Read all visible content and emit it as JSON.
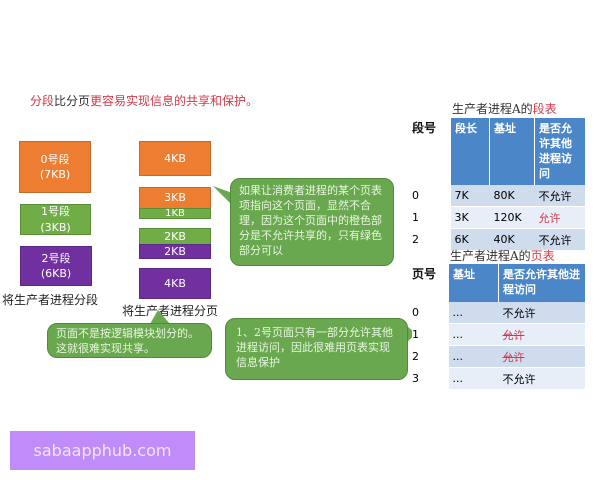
{
  "title": {
    "part1": "分段",
    "part2": "比分页",
    "part3": "更容易实现信息的共享和保护。"
  },
  "segments": [
    {
      "name": "0号段",
      "size": "(7KB)",
      "color": "#ed7d31"
    },
    {
      "name": "1号段",
      "size": "(3KB)",
      "color": "#70ad47"
    },
    {
      "name": "2号段",
      "size": "(6KB)",
      "color": "#7030a0"
    }
  ],
  "segments_label": "将生产者进程分段",
  "pages": [
    "4KB",
    "3KB",
    "1KB",
    "2KB",
    "2KB",
    "4KB"
  ],
  "pages_label": "将生产者进程分页",
  "callouts": {
    "unreasonable": "如果让消费者进程的某个页表项指向这个页面，显然不合理，因为这个页面中的橙色部分是不允许共享的，只有绿色部分可以",
    "logic": "页面不是按逻辑模块划分的。这就很难实现共享。",
    "partial": "1、2号页面只有一部分允许其他进程访问，因此很难用页表实现信息保护"
  },
  "segment_table": {
    "title_prefix": "生产者进程A的",
    "title_suffix": "段表",
    "headers": [
      "段号",
      "段长",
      "基址",
      "是否允许其他进程访问"
    ],
    "rows": [
      [
        "0",
        "7K",
        "80K",
        "不允许"
      ],
      [
        "1",
        "3K",
        "120K",
        "允许"
      ],
      [
        "2",
        "6K",
        "40K",
        "不允许"
      ]
    ]
  },
  "page_table": {
    "title_prefix": "生产者进程A的",
    "title_suffix": "页表",
    "headers": [
      "页号",
      "基址",
      "是否允许其他进程访问"
    ],
    "rows": [
      [
        "0",
        "...",
        "不允许"
      ],
      [
        "1",
        "...",
        "允许"
      ],
      [
        "2",
        "...",
        "允许"
      ],
      [
        "3",
        "...",
        "不允许"
      ]
    ]
  },
  "watermark": "sabaapphub.com"
}
